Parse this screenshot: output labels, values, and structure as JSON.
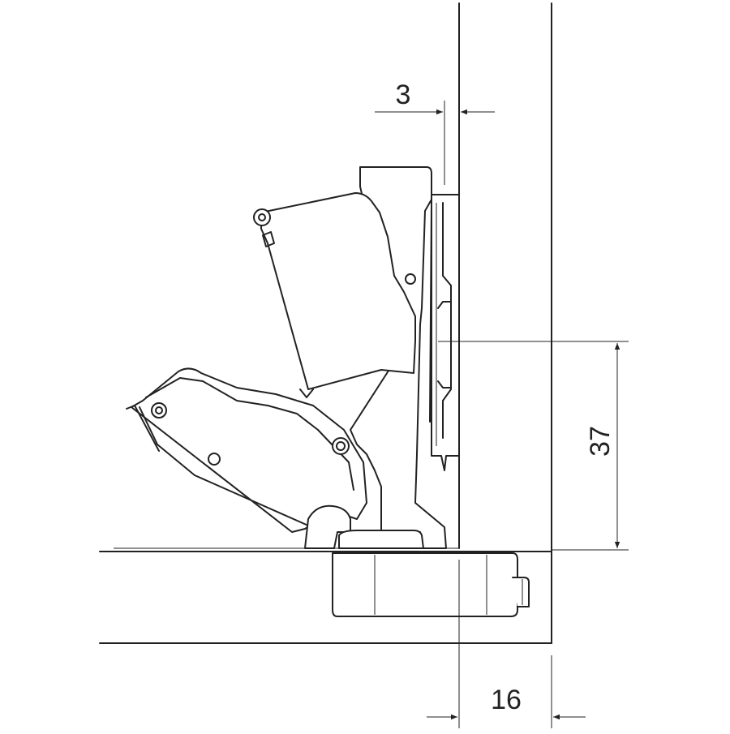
{
  "dimensions": {
    "top_gap": "3",
    "side_height": "37",
    "bottom_offset": "16"
  },
  "colors": {
    "line": "#222222",
    "background": "#ffffff"
  }
}
